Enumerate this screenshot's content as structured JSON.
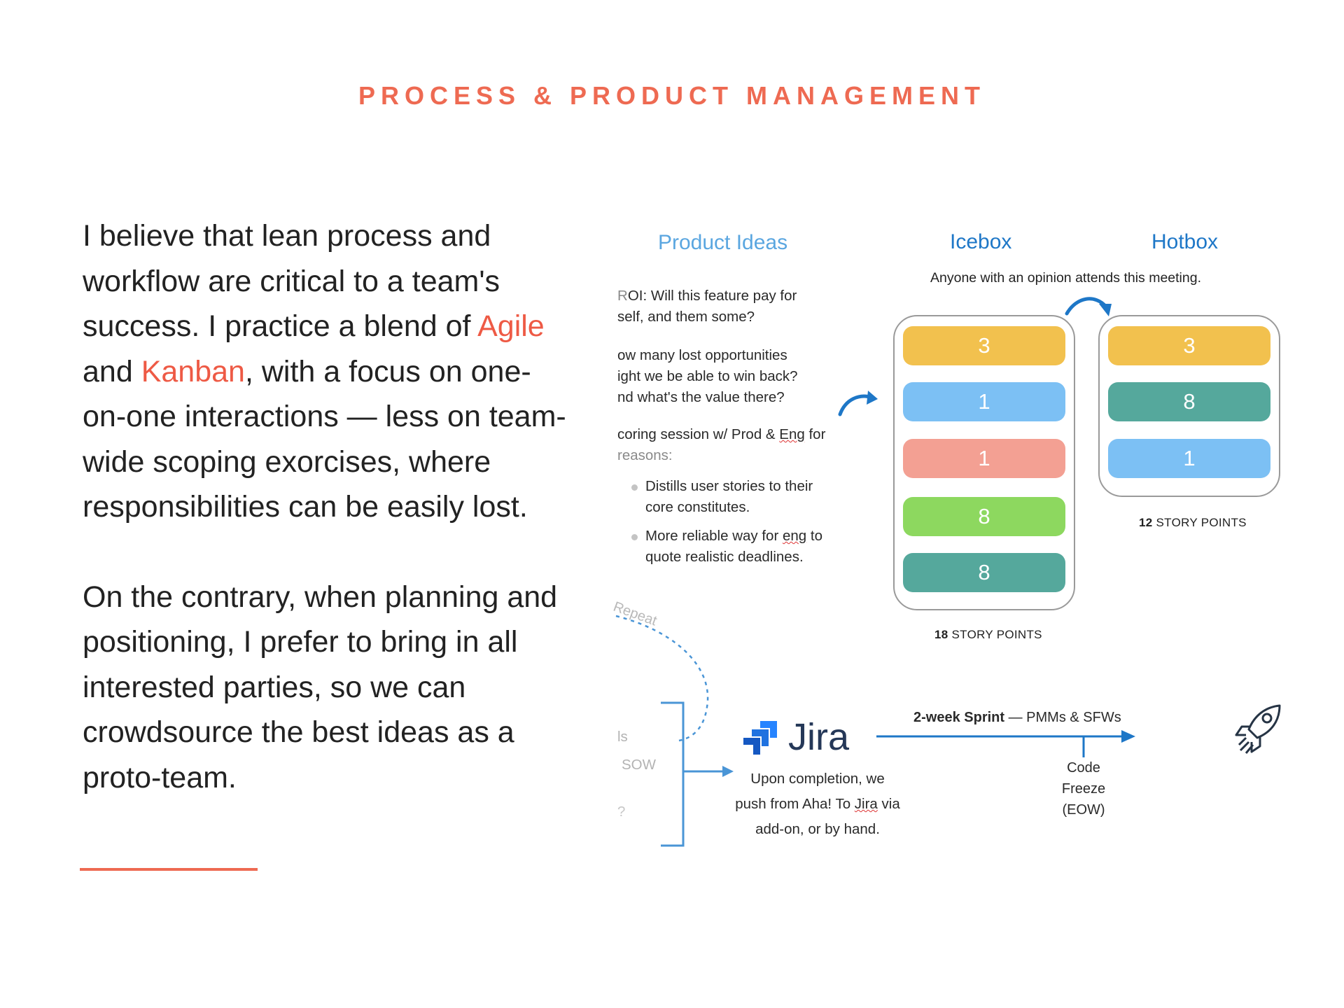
{
  "page": {
    "heading": "PROCESS & PRODUCT MANAGEMENT",
    "accent_color": "#ee6a52"
  },
  "body": {
    "p1_a": "I believe that lean process and workflow are critical to a team's success. I practice a blend of ",
    "p1_agile": "Agile",
    "p1_b": " and ",
    "p1_kanban": "Kanban",
    "p1_c": ", with a focus on one-on-one interactions — less on team-wide scoping exorcises, where responsibilities can be easily lost.",
    "p2": "On the contrary, when planning and positioning, I prefer to bring in all interested parties, so we can crowdsource the best ideas as a proto-team."
  },
  "diagram": {
    "product_ideas": {
      "title": "Product Ideas",
      "roi_line1": "OI: Will this feature pay for",
      "roi_line2": "self, and them some?",
      "lost_line1": "ow many lost opportunities",
      "lost_line2": "ight we be able to win back?",
      "lost_line3": "nd what's the value there?",
      "scoring_line1_a": "coring session w/ Prod & ",
      "scoring_line1_eng": "Eng",
      "scoring_line1_b": " for",
      "scoring_line2": "reasons:",
      "bullet1_line1": "Distills user stories to their",
      "bullet1_line2": "core constitutes.",
      "bullet2_line1_a": "More reliable way for ",
      "bullet2_line1_eng": "eng",
      "bullet2_line1_b": " to",
      "bullet2_line2": "quote realistic deadlines.",
      "repeat_label": "Repeat"
    },
    "icebox": {
      "title": "Icebox",
      "cards": [
        {
          "value": "3",
          "color": "#f2c14e"
        },
        {
          "value": "1",
          "color": "#7cc0f4"
        },
        {
          "value": "1",
          "color": "#f3a093"
        },
        {
          "value": "8",
          "color": "#8dd85f"
        },
        {
          "value": "8",
          "color": "#55a89c"
        }
      ],
      "points_number": "18",
      "points_label": "STORY POINTS"
    },
    "hotbox": {
      "title": "Hotbox",
      "cards": [
        {
          "value": "3",
          "color": "#f2c14e"
        },
        {
          "value": "8",
          "color": "#55a89c"
        },
        {
          "value": "1",
          "color": "#7cc0f4"
        }
      ],
      "points_number": "12",
      "points_label": "STORY POINTS"
    },
    "meeting_note": "Anyone with an opinion attends this meeting.",
    "left_bracket": {
      "item1": "ls",
      "item2": "SOW",
      "item3": "?"
    },
    "jira": {
      "logo_text": "Jira",
      "note_line1": "Upon completion, we",
      "note_line2_a": "push from Aha! To ",
      "note_line2_jira": "Jira",
      "note_line2_b": " via",
      "note_line3": "add-on, or by hand."
    },
    "sprint": {
      "label_bold": "2-week Sprint",
      "label_rest": " — PMMs & SFWs",
      "freeze_line1": "Code",
      "freeze_line2": "Freeze",
      "freeze_line3": "(EOW)"
    },
    "rocket_icon": "rocket-icon",
    "colors": {
      "title_blue": "#1e77c7",
      "product_ideas_blue": "#5aa6e0",
      "arrow_blue": "#1e77c7"
    }
  }
}
